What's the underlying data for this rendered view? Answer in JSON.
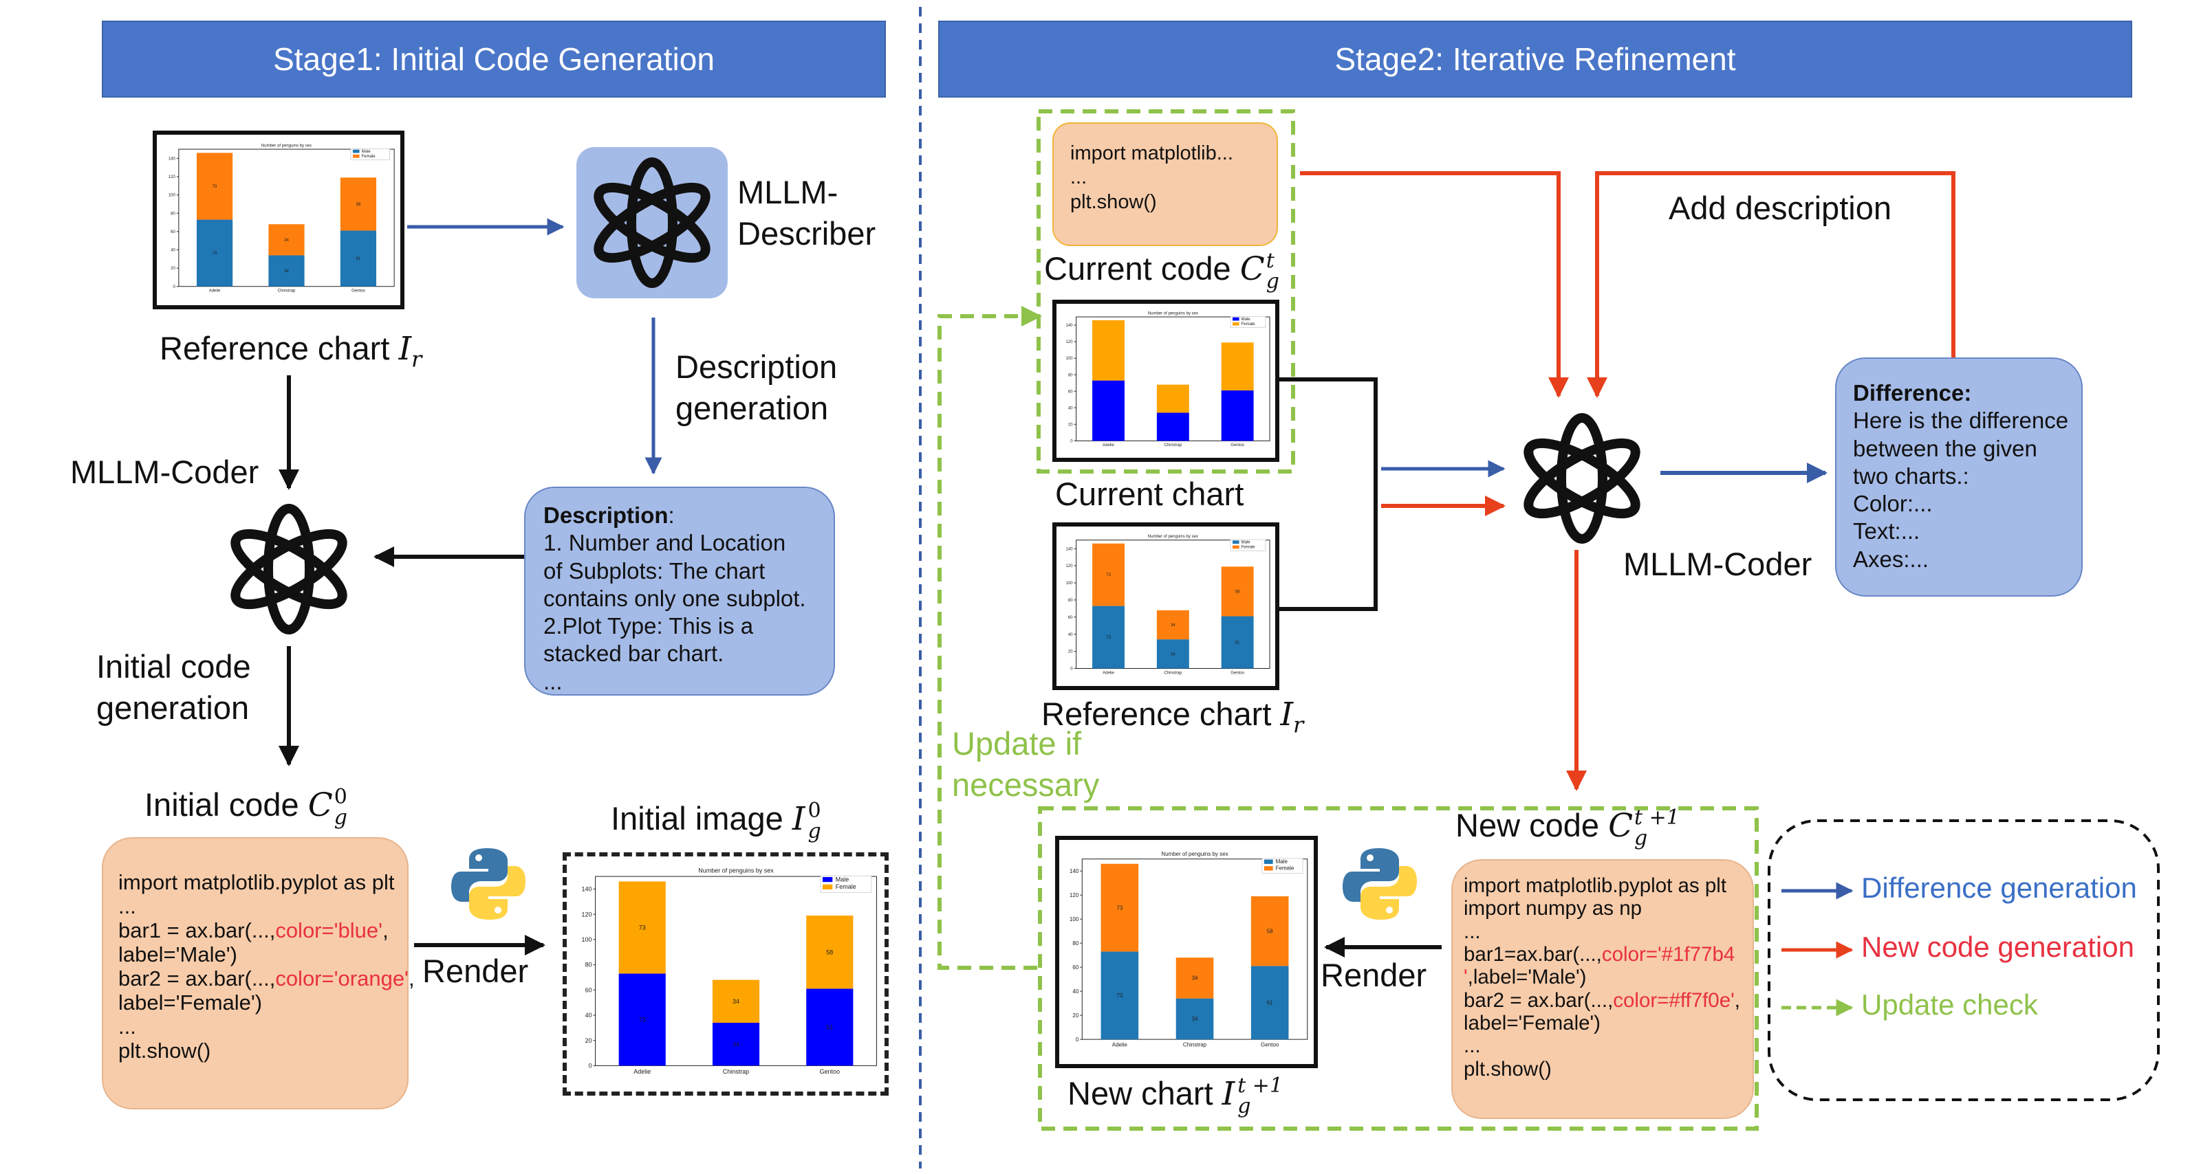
{
  "colors": {
    "banner": "#4a76c9",
    "blue_arrow": "#3a5da8",
    "red_arrow": "#e8401d",
    "green_dashed": "#8fc24a",
    "blue_box": "#a5bbe7",
    "peach_box": "#f7ccaa",
    "code_red": "#e8313f",
    "legend_blue": "#3a6fc6",
    "legend_red": "#e8313f",
    "legend_green": "#8fc24a"
  },
  "stage1": {
    "title": "Stage1: Initial Code Generation",
    "reference_chart_label": "Reference chart",
    "reference_chart_sym": "I",
    "reference_chart_sub": "r",
    "describer_label_line1": "MLLM-",
    "describer_label_line2": "Describer",
    "description_gen_line1": "Description",
    "description_gen_line2": "generation",
    "description_box": {
      "title": "Description",
      "colon": ":",
      "body": "1. Number and Location\nof Subplots: The chart\ncontains only one subplot.\n2.Plot Type: This is a\nstacked bar chart.\n..."
    },
    "coder_label": "MLLM-Coder",
    "initial_code_gen_line1": "Initial code",
    "initial_code_gen_line2": "generation",
    "initial_code_label": "Initial code",
    "initial_code_sym": "C",
    "initial_code_sub": "g",
    "initial_code_sup": "0",
    "code_box": {
      "line1": "import matplotlib.pyplot as plt",
      "line2": "...",
      "line3a": "bar1 = ax.bar(...,",
      "line3b": "color='blue'",
      "line3c": ",",
      "line4": "label='Male')",
      "line5a": "bar2 = ax.bar(...,",
      "line5b": "color='orange'",
      "line5c": ",",
      "line6": "label='Female')",
      "line7": "...",
      "line8": "plt.show()"
    },
    "render_label": "Render",
    "initial_image_label": "Initial image",
    "initial_image_sym": "I",
    "initial_image_sub": "g",
    "initial_image_sup": "0"
  },
  "stage2": {
    "title": "Stage2: Iterative Refinement",
    "current_code_box": {
      "line1": "import matplotlib...",
      "line2": "...",
      "line3": "plt.show()"
    },
    "current_code_label": "Current code",
    "current_code_sym": "C",
    "current_code_sub": "g",
    "current_code_sup": "t",
    "current_chart_label": "Current chart",
    "reference_chart_label": "Reference chart",
    "reference_chart_sym": "I",
    "reference_chart_sub": "r",
    "add_description": "Add description",
    "coder_label": "MLLM-Coder",
    "difference_box": {
      "title": "Difference:",
      "body": "Here is the difference\nbetween the given\ntwo charts.:\nColor:...\nText:...\nAxes:..."
    },
    "update_line1": "Update if",
    "update_line2": "necessary",
    "new_code_label": "New code",
    "new_code_sym": "C",
    "new_code_sub": "g",
    "new_code_sup": "t +1",
    "new_code_box": {
      "line1": "import matplotlib.pyplot as plt",
      "line2": "import numpy as np",
      "line3": "...",
      "line4a": "bar1=ax.bar(...,",
      "line4b": "color='#1f77b4",
      "line5a": "'",
      "line5b": ",label='Male')",
      "line6a": "bar2 = ax.bar(...,",
      "line6b": "color=#ff7f0e'",
      "line6c": ",",
      "line7": "label='Female')",
      "line8": "...",
      "line9": "plt.show()"
    },
    "render_label": "Render",
    "new_chart_label": "New chart",
    "new_chart_sym": "I",
    "new_chart_sub": "g",
    "new_chart_sup": "t +1"
  },
  "legend": {
    "difference": "Difference generation",
    "new_code": "New code generation",
    "update": "Update check"
  },
  "chart_data": [
    {
      "id": "reference_stage1",
      "type": "bar",
      "title": "Number of penguins by sex",
      "categories": [
        "Adelie",
        "Chinstrap",
        "Gentoo"
      ],
      "series": [
        {
          "name": "Male",
          "values": [
            73,
            34,
            61
          ],
          "color": "#1f77b4"
        },
        {
          "name": "Female",
          "values": [
            73,
            34,
            58
          ],
          "color": "#ff7f0e"
        }
      ],
      "ylim": [
        0,
        150
      ],
      "yticks": [
        0,
        20,
        40,
        60,
        80,
        100,
        120,
        140
      ],
      "legend": "top-right",
      "show_labels": true
    },
    {
      "id": "initial_image",
      "type": "bar",
      "title": "Number of penguins by sex",
      "categories": [
        "Adelie",
        "Chinstrap",
        "Gentoo"
      ],
      "series": [
        {
          "name": "Male",
          "values": [
            73,
            34,
            61
          ],
          "color": "#0000ff"
        },
        {
          "name": "Female",
          "values": [
            73,
            34,
            58
          ],
          "color": "#ffa500"
        }
      ],
      "ylim": [
        0,
        150
      ],
      "yticks": [
        0,
        20,
        40,
        60,
        80,
        100,
        120,
        140
      ],
      "legend": "top-right",
      "show_labels": true
    },
    {
      "id": "current_chart",
      "type": "bar",
      "title": "Number of penguins by sex",
      "categories": [
        "Adelie",
        "Chinstrap",
        "Gentoo"
      ],
      "series": [
        {
          "name": "Male",
          "values": [
            73,
            34,
            61
          ],
          "color": "#0000ff"
        },
        {
          "name": "Female",
          "values": [
            73,
            34,
            58
          ],
          "color": "#ffa500"
        }
      ],
      "ylim": [
        0,
        150
      ],
      "yticks": [
        0,
        20,
        40,
        60,
        80,
        100,
        120,
        140
      ],
      "legend": "top-right",
      "show_labels": false
    },
    {
      "id": "reference_stage2",
      "type": "bar",
      "title": "Number of penguins by sex",
      "categories": [
        "Adelie",
        "Chinstrap",
        "Gentoo"
      ],
      "series": [
        {
          "name": "Male",
          "values": [
            73,
            34,
            61
          ],
          "color": "#1f77b4"
        },
        {
          "name": "Female",
          "values": [
            73,
            34,
            58
          ],
          "color": "#ff7f0e"
        }
      ],
      "ylim": [
        0,
        150
      ],
      "yticks": [
        0,
        20,
        40,
        60,
        80,
        100,
        120,
        140
      ],
      "legend": "top-right",
      "show_labels": true
    },
    {
      "id": "new_chart",
      "type": "bar",
      "title": "Number of penguins by sex",
      "categories": [
        "Adelie",
        "Chinstrap",
        "Gentoo"
      ],
      "series": [
        {
          "name": "Male",
          "values": [
            73,
            34,
            61
          ],
          "color": "#1f77b4"
        },
        {
          "name": "Female",
          "values": [
            73,
            34,
            58
          ],
          "color": "#ff7f0e"
        }
      ],
      "ylim": [
        0,
        150
      ],
      "yticks": [
        0,
        20,
        40,
        60,
        80,
        100,
        120,
        140
      ],
      "legend": "top-right",
      "show_labels": true
    }
  ]
}
